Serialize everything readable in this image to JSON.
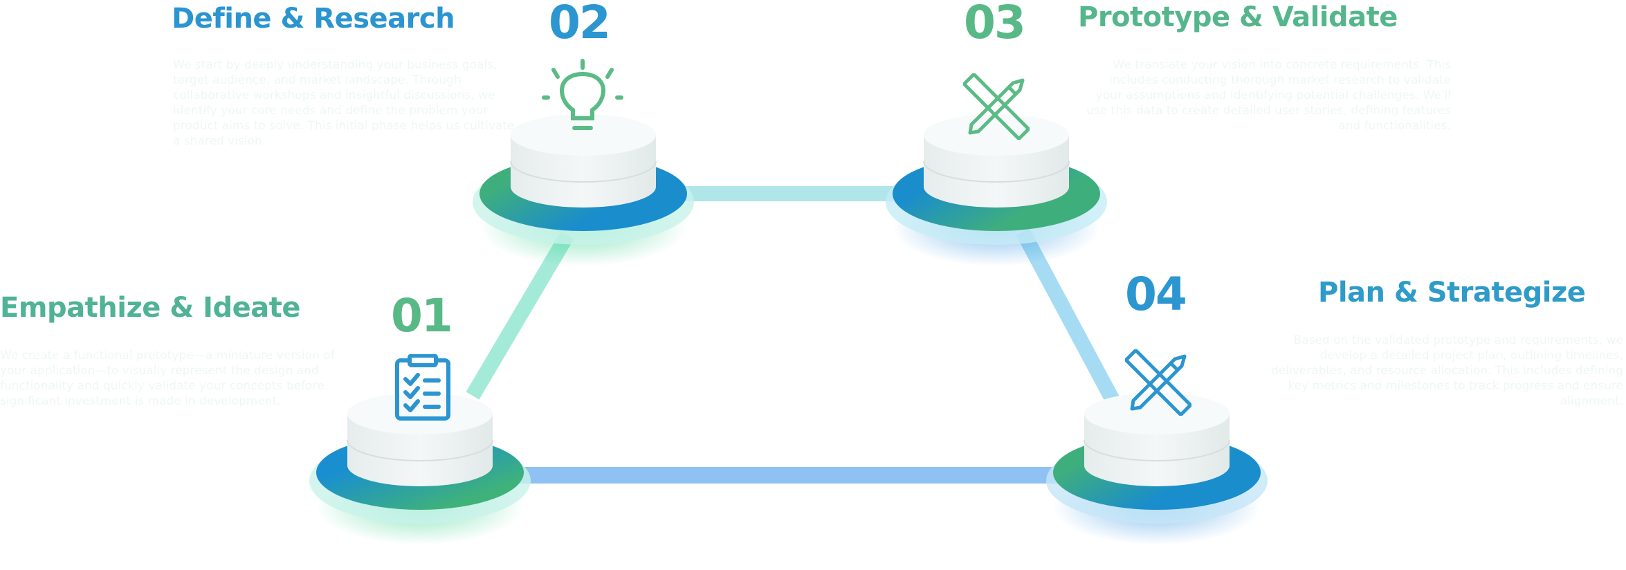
{
  "steps": [
    {
      "number": "01",
      "title": "Empathize & Ideate",
      "description": "We create a functional prototype—a miniature version of your application—to visually represent the design and functionality and quickly validate your concepts before significant investment is made in development.",
      "icon": "clipboard-checklist-icon"
    },
    {
      "number": "02",
      "title": "Define & Research",
      "description": "We start by deeply understanding your business goals, target audience, and market landscape. Through collaborative workshops and insightful discussions, we identify your core needs and define the problem your product aims to solve. This initial phase helps us cultivate a shared vision.",
      "icon": "lightbulb-icon"
    },
    {
      "number": "03",
      "title": "Prototype & Validate",
      "description": "We translate your vision into concrete requirements. This includes conducting thorough market research to validate your assumptions and identifying potential challenges. We'll use this data to create detailed user stories, defining features and functionalities.",
      "icon": "pencil-ruler-icon"
    },
    {
      "number": "04",
      "title": "Plan & Strategize",
      "description": "Based on the validated prototype and requirements, we develop a detailed project plan, outlining timelines, deliverables, and resource allocation. This includes defining key metrics and milestones to track progress and ensure alignment.",
      "icon": "pencil-ruler-icon"
    }
  ],
  "colors": {
    "green": "#5bbb7f",
    "teal": "#4aae9e",
    "blue": "#2b96d2"
  }
}
